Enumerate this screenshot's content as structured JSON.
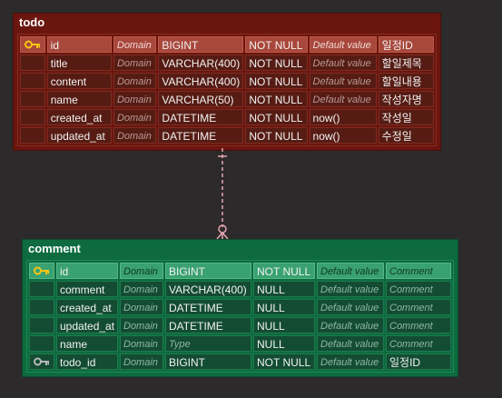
{
  "entities": {
    "todo": {
      "title": "todo",
      "color": "#6a160e",
      "rows": [
        {
          "key": "primary-key-icon",
          "name": "id",
          "domain": "Domain",
          "type": "BIGINT",
          "nullable": "NOT NULL",
          "default": "Default value",
          "comment": "일정ID"
        },
        {
          "key": "",
          "name": "title",
          "domain": "Domain",
          "type": "VARCHAR(400)",
          "nullable": "NOT NULL",
          "default": "Default value",
          "comment": "할일제목"
        },
        {
          "key": "",
          "name": "content",
          "domain": "Domain",
          "type": "VARCHAR(400)",
          "nullable": "NOT NULL",
          "default": "Default value",
          "comment": "할일내용"
        },
        {
          "key": "",
          "name": "name",
          "domain": "Domain",
          "type": "VARCHAR(50)",
          "nullable": "NOT NULL",
          "default": "Default value",
          "comment": "작성자명"
        },
        {
          "key": "",
          "name": "created_at",
          "domain": "Domain",
          "type": "DATETIME",
          "nullable": "NOT NULL",
          "default": "now()",
          "comment": "작성일"
        },
        {
          "key": "",
          "name": "updated_at",
          "domain": "Domain",
          "type": "DATETIME",
          "nullable": "NOT NULL",
          "default": "now()",
          "comment": "수정일"
        }
      ]
    },
    "comment": {
      "title": "comment",
      "color": "#0d6b3f",
      "rows": [
        {
          "key": "primary-key-icon",
          "name": "id",
          "domain": "Domain",
          "type": "BIGINT",
          "nullable": "NOT NULL",
          "default": "Default value",
          "comment": "Comment"
        },
        {
          "key": "",
          "name": "comment",
          "domain": "Domain",
          "type": "VARCHAR(400)",
          "nullable": "NULL",
          "default": "Default value",
          "comment": "Comment"
        },
        {
          "key": "",
          "name": "created_at",
          "domain": "Domain",
          "type": "DATETIME",
          "nullable": "NULL",
          "default": "Default value",
          "comment": "Comment"
        },
        {
          "key": "",
          "name": "updated_at",
          "domain": "Domain",
          "type": "DATETIME",
          "nullable": "NULL",
          "default": "Default value",
          "comment": "Comment"
        },
        {
          "key": "",
          "name": "name",
          "domain": "Domain",
          "type": "Type",
          "nullable": "NULL",
          "default": "Default value",
          "comment": "Comment"
        },
        {
          "key": "foreign-key-icon",
          "name": "todo_id",
          "domain": "Domain",
          "type": "BIGINT",
          "nullable": "NOT NULL",
          "default": "Default value",
          "comment": "일정ID"
        }
      ]
    }
  },
  "relationship": {
    "from": "todo",
    "to": "comment",
    "style": "dashed",
    "color": "#e8a5b5"
  }
}
